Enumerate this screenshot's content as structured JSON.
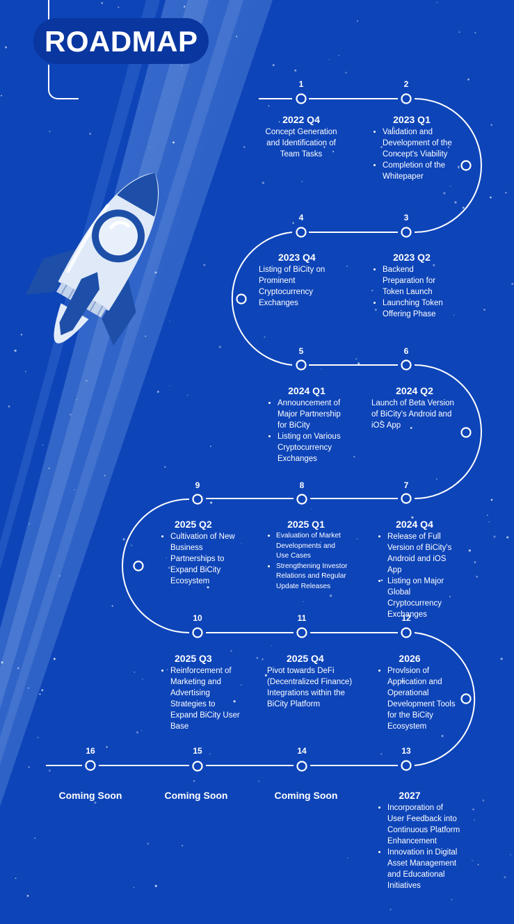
{
  "title": "ROADMAP",
  "colors": {
    "background": "#0d44b8",
    "title_pill": "#0a36a0",
    "text": "#ffffff",
    "rocket_body": "#dfe9f8",
    "rocket_fin": "#1d4fa8"
  },
  "milestones": [
    {
      "number": "1",
      "phase": "2022 Q4",
      "description": "Concept Generation and Identification of Team Tasks"
    },
    {
      "number": "2",
      "phase": "2023 Q1",
      "bullets": [
        "Validation and Development of the Concept's Viability",
        "Completion of the Whitepaper"
      ]
    },
    {
      "number": "3",
      "phase": "2023 Q2",
      "bullets": [
        "Backend Preparation for Token Launch",
        "Launching Token Offering Phase"
      ]
    },
    {
      "number": "4",
      "phase": "2023 Q4",
      "description": "Listing of BiCity on Prominent Cryptocurrency Exchanges"
    },
    {
      "number": "5",
      "phase": "2024 Q1",
      "bullets": [
        "Announcement of Major Partnership for BiCity",
        "Listing on Various Cryptocurrency Exchanges"
      ]
    },
    {
      "number": "6",
      "phase": "2024 Q2",
      "description": "Launch of Beta Version of BiCity's Android and iOS App"
    },
    {
      "number": "7",
      "phase": "2024 Q4",
      "bullets": [
        "Release of Full Version of BiCity's Android and iOS App",
        "Listing on Major Global Cryptocurrency Exchanges"
      ]
    },
    {
      "number": "8",
      "phase": "2025 Q1",
      "bullets": [
        "Evaluation of Market Developments and Use Cases",
        "Strengthening Investor Relations and Regular Update Releases"
      ]
    },
    {
      "number": "9",
      "phase": "2025 Q2",
      "bullets": [
        "Cultivation of New Business Partnerships to Expand BiCity Ecosystem"
      ]
    },
    {
      "number": "10",
      "phase": "2025 Q3",
      "bullets": [
        "Reinforcement of Marketing and Advertising Strategies to Expand BiCity User Base"
      ]
    },
    {
      "number": "11",
      "phase": "2025 Q4",
      "description": "Pivot towards DeFi (Decentralized Finance) Integrations within the BiCity Platform"
    },
    {
      "number": "12",
      "phase": "2026",
      "bullets": [
        "Provision of Application and Operational Development Tools for the BiCity Ecosystem"
      ]
    },
    {
      "number": "13",
      "phase": "2027",
      "bullets": [
        "Incorporation of User Feedback into Continuous Platform Enhancement",
        "Innovation in Digital Asset Management and Educational Initiatives"
      ]
    },
    {
      "number": "14",
      "phase": "Coming Soon"
    },
    {
      "number": "15",
      "phase": "Coming Soon"
    },
    {
      "number": "16",
      "phase": "Coming Soon"
    }
  ]
}
